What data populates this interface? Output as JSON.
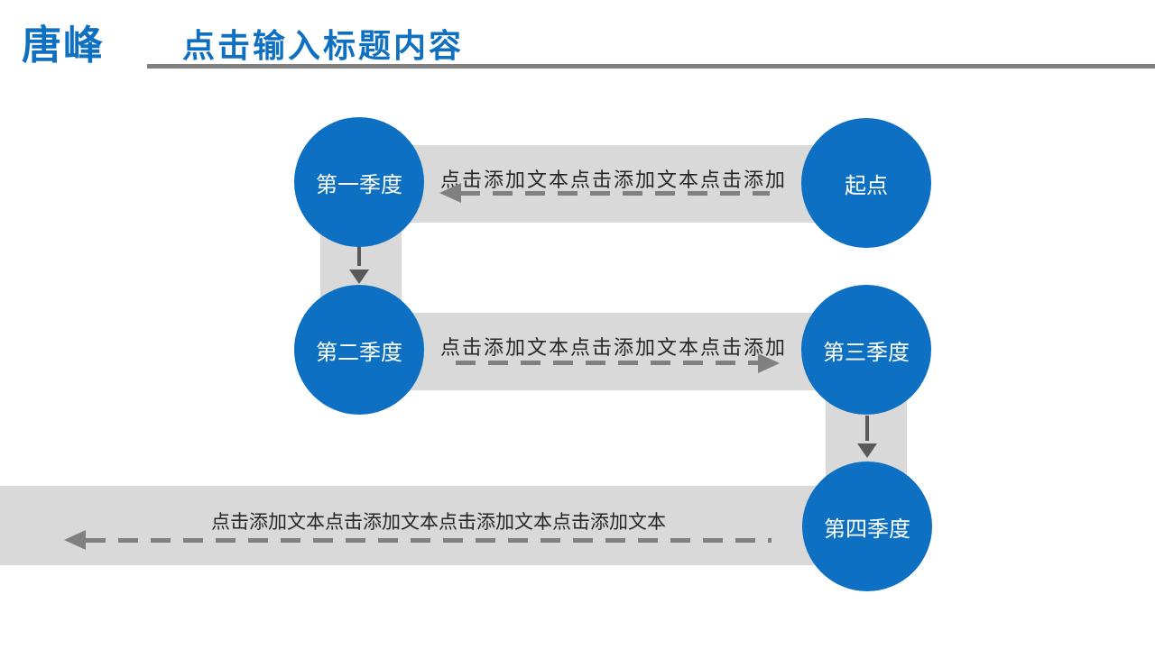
{
  "header": {
    "logo": "唐峰",
    "title": "点击输入标题内容"
  },
  "colors": {
    "accent_blue": "#0d70c2",
    "band_gray": "#d9d9d9",
    "underline_gray": "#7f7f7f",
    "dash_arrow_gray": "#808080",
    "down_arrow_gray": "#595959",
    "band_text_color": "#262626",
    "node_text_color": "#ffffff"
  },
  "diagram": {
    "nodes": [
      {
        "id": "q1",
        "label": "第一季度"
      },
      {
        "id": "start",
        "label": "起点"
      },
      {
        "id": "q2",
        "label": "第二季度"
      },
      {
        "id": "q3",
        "label": "第三季度"
      },
      {
        "id": "q4",
        "label": "第四季度"
      }
    ],
    "connectors": [
      {
        "from": "起点",
        "to": "第一季度",
        "direction": "left",
        "text": "点击添加文本点击添加文本点击添加"
      },
      {
        "from": "第一季度",
        "to": "第二季度",
        "direction": "down",
        "text": ""
      },
      {
        "from": "第二季度",
        "to": "第三季度",
        "direction": "right",
        "text": "点击添加文本点击添加文本点击添加"
      },
      {
        "from": "第三季度",
        "to": "第四季度",
        "direction": "down",
        "text": ""
      },
      {
        "from": "第四季度",
        "to": "slide-left-edge",
        "direction": "left",
        "text": "点击添加文本点击添加文本点击添加文本点击添加文本"
      }
    ]
  }
}
